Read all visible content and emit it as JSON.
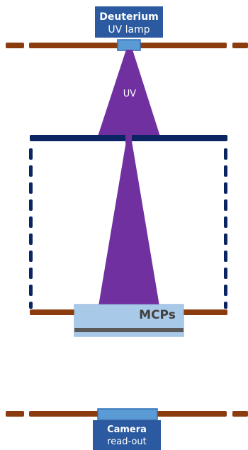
{
  "diagram": {
    "uv_lamp": {
      "line1": "Deuterium",
      "line2": "UV lamp"
    },
    "beam_label": "UV",
    "mcp_label": "MCPs",
    "camera": {
      "line1": "Camera",
      "line2": "read-out"
    },
    "colors": {
      "plate_brown": "#8b3c0f",
      "frame_navy": "#0b2462",
      "label_box": "#2b5aa0",
      "window_blue": "#5b9bd5",
      "beam_purple": "#7030a0",
      "mcp_fill": "#a9c9e9",
      "mcp_bar": "#595959"
    }
  }
}
